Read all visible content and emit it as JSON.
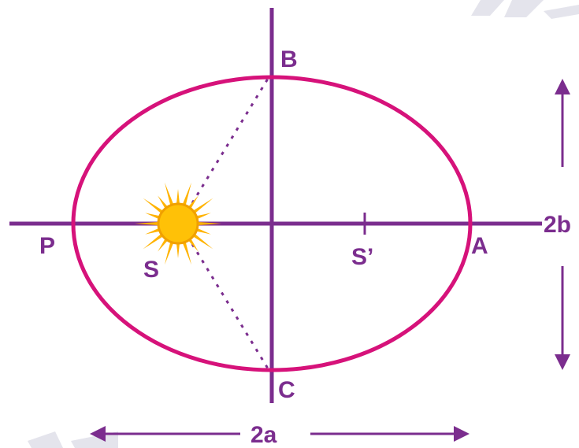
{
  "labels": {
    "point_b": "B",
    "point_c": "C",
    "point_p": "P",
    "point_a": "A",
    "point_s": "S",
    "point_s_prime": "S’",
    "minor_axis_length": "2b",
    "major_axis_length": "2a"
  },
  "colors": {
    "orbit": "#d6127a",
    "axes": "#7b2d8e",
    "sun_core": "#ffc107",
    "sun_rays": "#ffb300",
    "watermark": "#e4e4ec"
  },
  "icons": {
    "sun": "sun-icon"
  }
}
